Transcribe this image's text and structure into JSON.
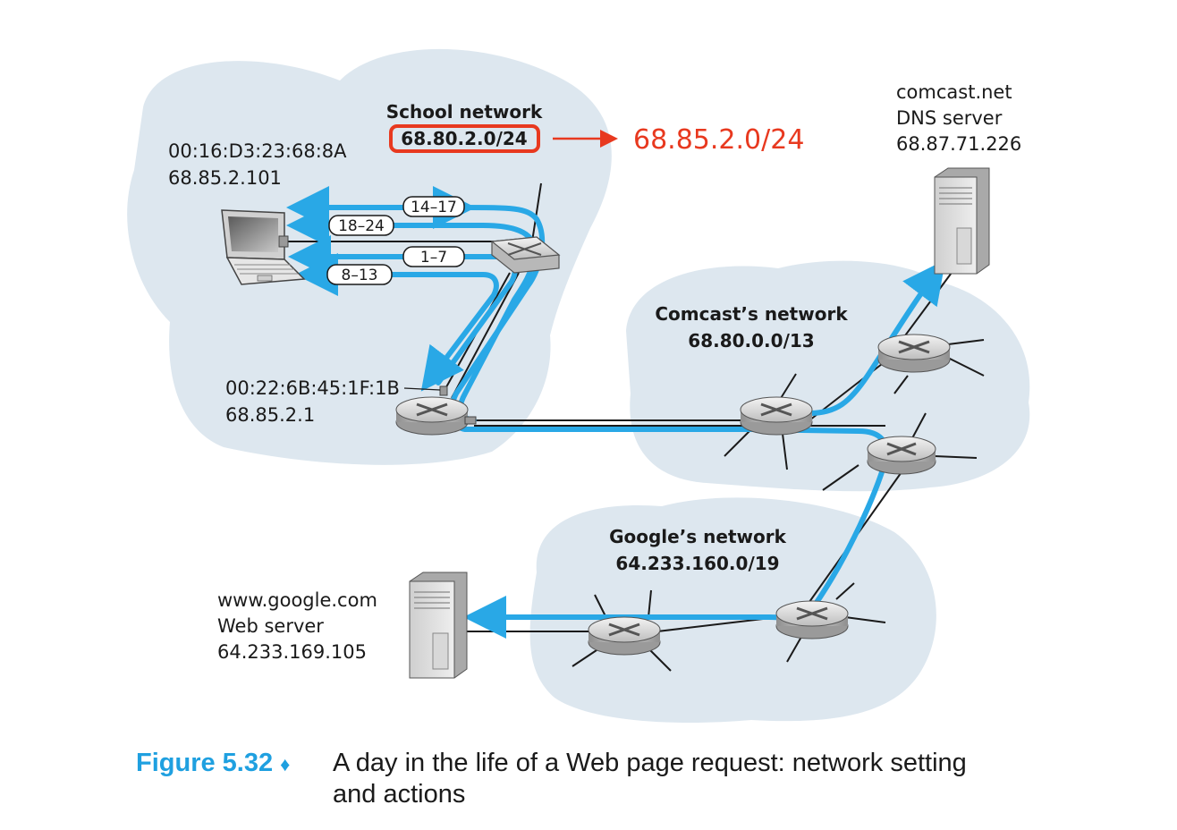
{
  "figure": {
    "number": "Figure 5.32",
    "separator": "♦",
    "caption": "A day in the life of a Web page request: network setting and actions"
  },
  "school": {
    "title": "School network",
    "prefix": "68.80.2.0/24",
    "annotation": "68.85.2.0/24",
    "laptop_mac": "00:16:D3:23:68:8A",
    "laptop_ip": "68.85.2.101",
    "router_mac": "00:22:6B:45:1F:1B",
    "router_ip": "68.85.2.1"
  },
  "comcast": {
    "title": "Comcast’s network",
    "prefix": "68.80.0.0/13",
    "dns_name": "comcast.net",
    "dns_role": "DNS server",
    "dns_ip": "68.87.71.226"
  },
  "google": {
    "title": "Google’s network",
    "prefix": "64.233.160.0/19",
    "web_name": "www.google.com",
    "web_role": "Web server",
    "web_ip": "64.233.169.105"
  },
  "steps": [
    "14–17",
    "18–24",
    "1–7",
    "8–13"
  ],
  "colors": {
    "path": "#29a8e6",
    "cloud": "#dde7ef",
    "highlight": "#e8391f",
    "figure_label": "#1fa0e0"
  }
}
